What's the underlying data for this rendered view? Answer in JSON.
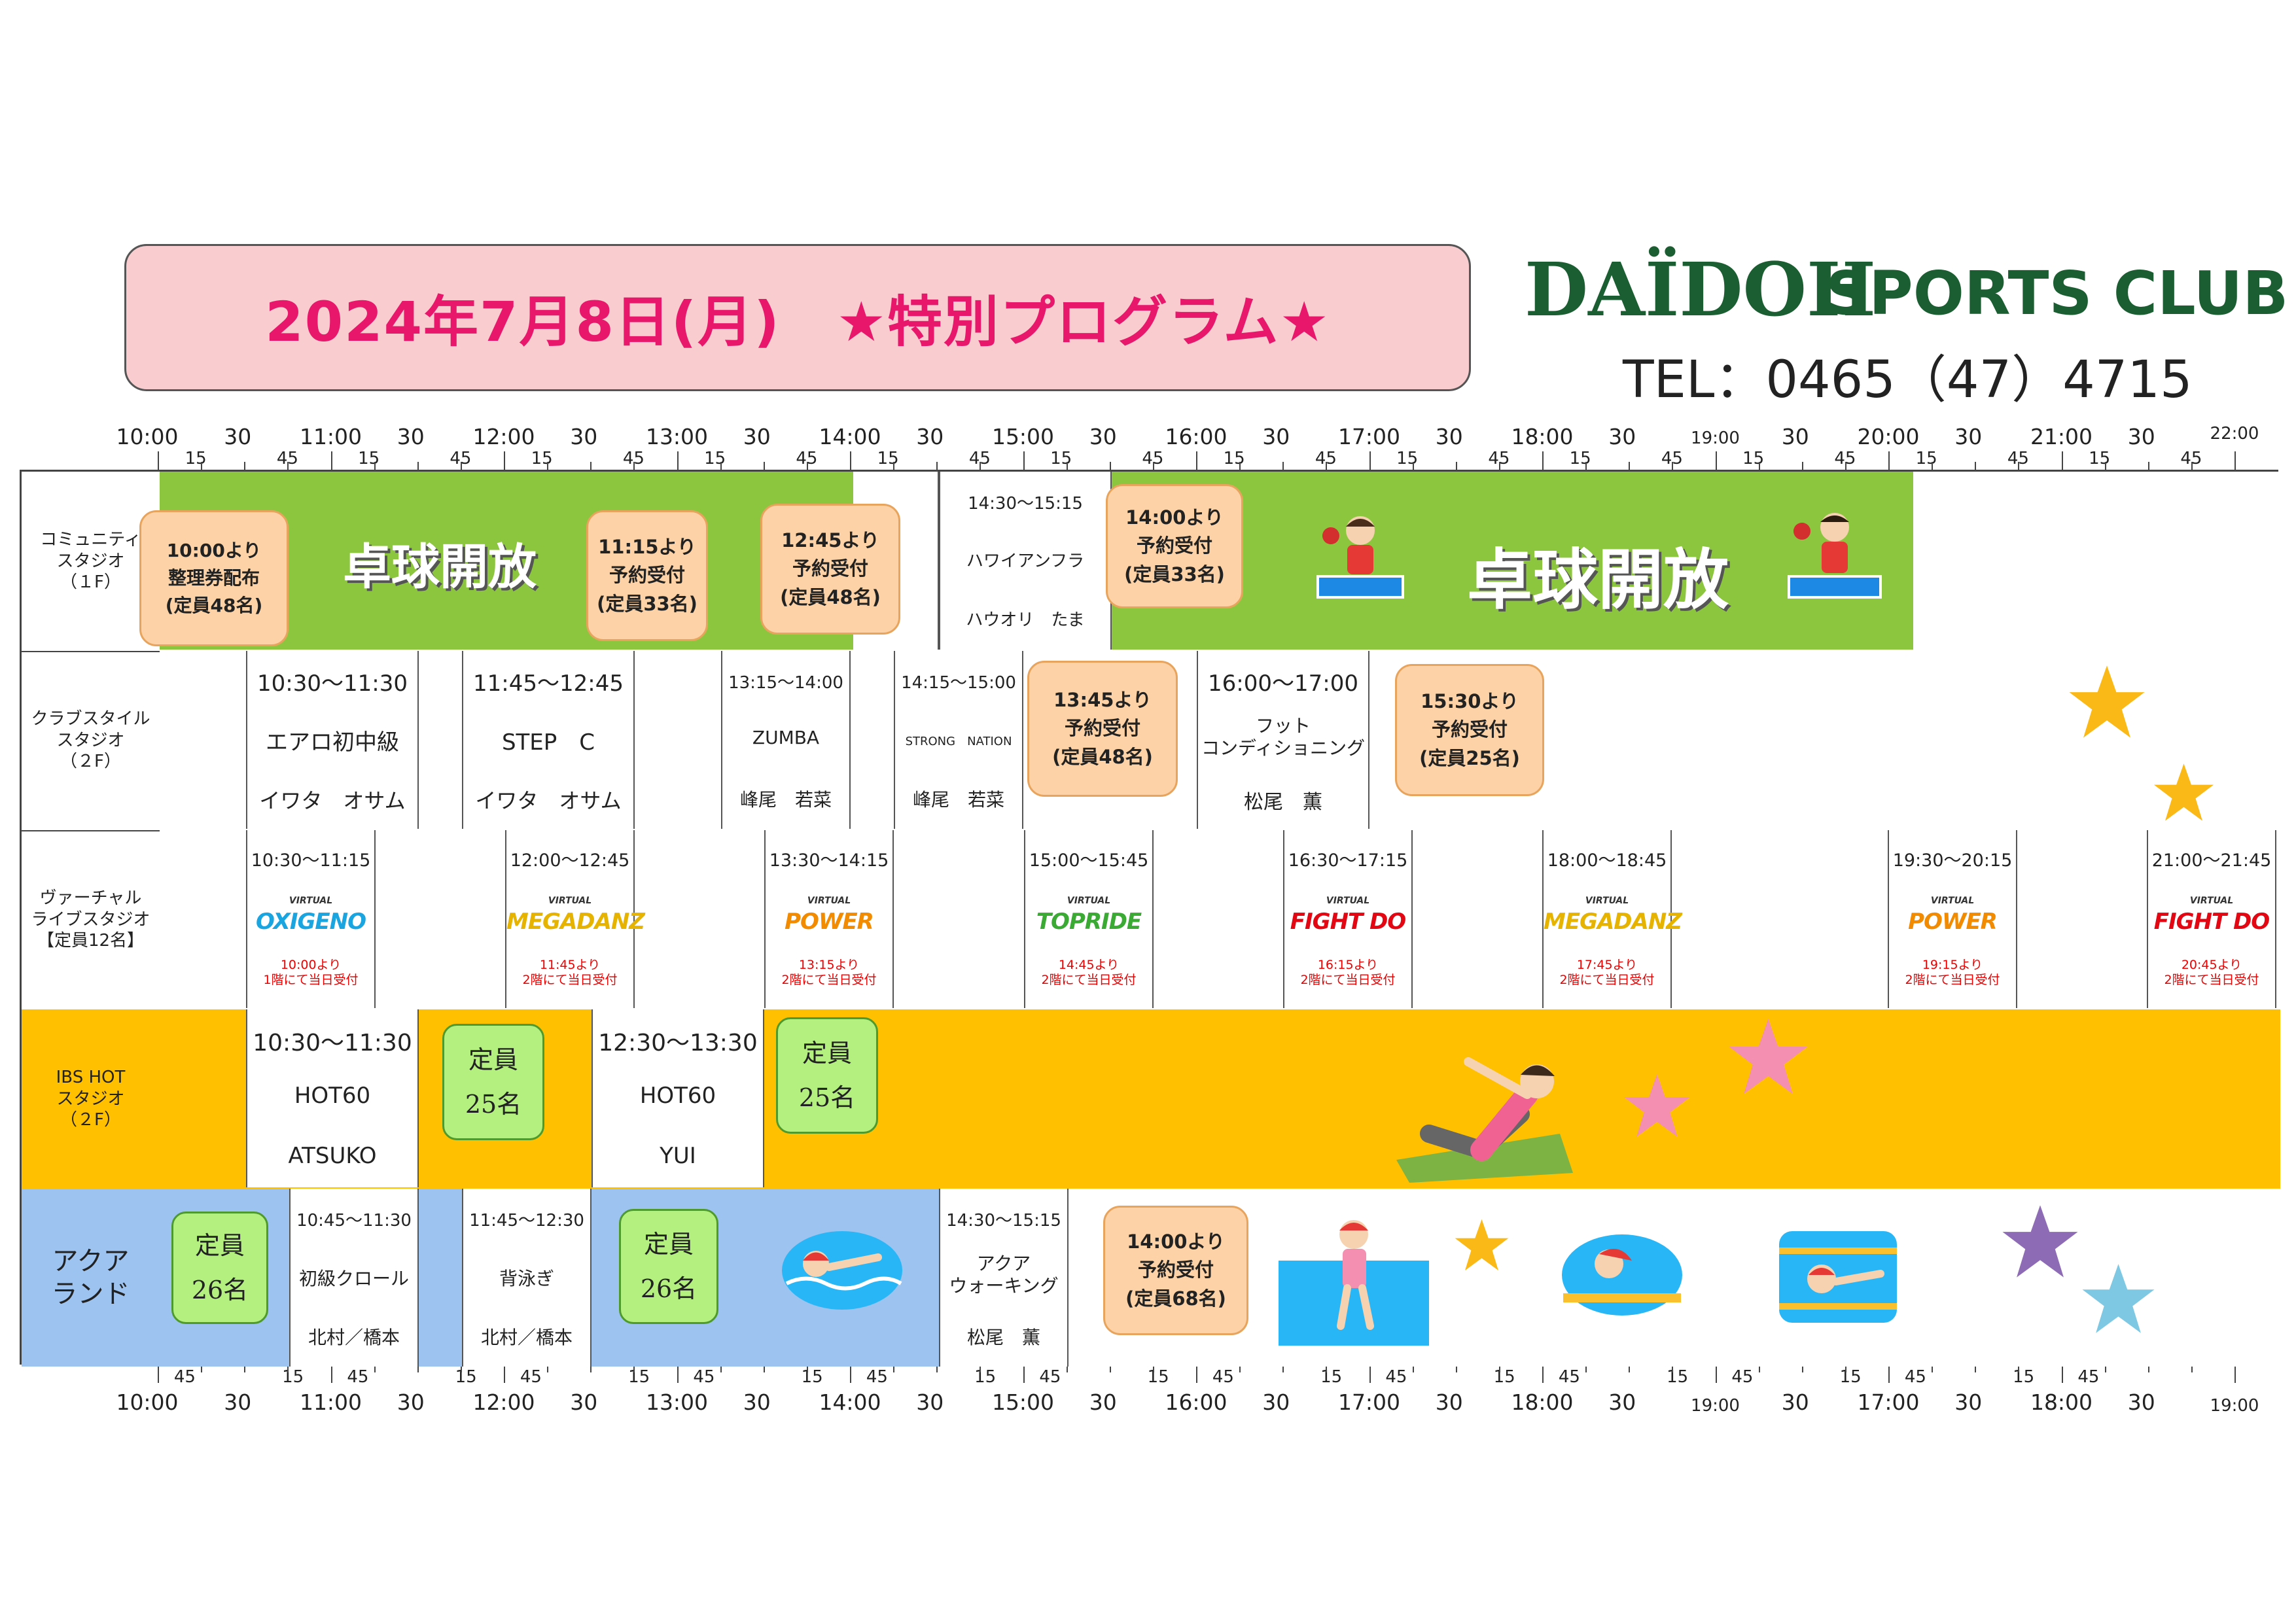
{
  "header": {
    "title": "2024年7月8日(月)　★特別プログラム★",
    "logo_main": "DAÏDOH",
    "logo_sub": "SPORTS CLUB",
    "tel": "TEL：0465（47）4715"
  },
  "time_axis_top": {
    "hours": [
      "10:00",
      "11:00",
      "12:00",
      "13:00",
      "14:00",
      "15:00",
      "16:00",
      "17:00",
      "18:00",
      "19:00",
      "20:00",
      "21:00",
      "22:00"
    ],
    "thirties": [
      "30",
      "30",
      "30",
      "30",
      "30",
      "30",
      "30",
      "30",
      "30",
      "30",
      "30",
      "30"
    ],
    "quarters": [
      "15",
      "45",
      "15",
      "45",
      "15",
      "45",
      "15",
      "45",
      "15",
      "45",
      "15",
      "45",
      "15",
      "45",
      "15",
      "45",
      "15",
      "45",
      "15",
      "45",
      "15",
      "45",
      "15",
      "45"
    ]
  },
  "time_axis_bottom": {
    "hours": [
      "10:00",
      "11:00",
      "12:00",
      "13:00",
      "14:00",
      "15:00",
      "16:00",
      "17:00",
      "18:00",
      "19:00",
      "17:00",
      "18:00",
      "19:00"
    ],
    "thirties": [
      "30",
      "30",
      "30",
      "30",
      "30",
      "30",
      "30",
      "30",
      "30",
      "30",
      "30",
      "30"
    ],
    "quarters": [
      "45",
      "15",
      "45",
      "15",
      "45",
      "15",
      "45",
      "15",
      "45",
      "15",
      "45",
      "15",
      "45",
      "15",
      "45",
      "15",
      "45",
      "15",
      "45",
      "15",
      "45",
      "15",
      "45"
    ]
  },
  "rows": {
    "community": {
      "label": "コミュニティ\nスタジオ\n（１F）",
      "open_text_1": "卓球開放",
      "open_text_2": "卓球開放",
      "class": {
        "time": "14:30～15:15",
        "name": "ハワイアンフラ",
        "instructor": "ハウオリ　たま"
      },
      "callouts": [
        "10:00より\n整理券配布\n(定員48名)",
        "11:15より\n予約受付\n(定員33名)",
        "12:45より\n予約受付\n(定員48名)",
        "14:00より\n予約受付\n(定員33名)"
      ]
    },
    "clubstyle": {
      "label": "クラブスタイル\nスタジオ\n（２F）",
      "classes": [
        {
          "time": "10:30～11:30",
          "name": "エアロ初中級",
          "instructor": "イワタ　オサム"
        },
        {
          "time": "11:45～12:45",
          "name": "STEP　C",
          "instructor": "イワタ　オサム"
        },
        {
          "time": "13:15～14:00",
          "name": "ZUMBA",
          "instructor": "峰尾　若菜"
        },
        {
          "time": "14:15～15:00",
          "name": "STRONG　NATION",
          "instructor": "峰尾　若菜"
        },
        {
          "time": "16:00～17:00",
          "name": "フット\nコンディショニング",
          "instructor": "松尾　薫"
        }
      ],
      "callouts": [
        "13:45より\n予約受付\n(定員48名)",
        "15:30より\n予約受付\n(定員25名)"
      ]
    },
    "virtual": {
      "label": "ヴァーチャル\nライブスタジオ\n【定員12名】",
      "logo_small": "VIRTUAL",
      "classes": [
        {
          "time": "10:30～11:15",
          "program": "OXIGENO",
          "color": "#1aa4e0",
          "note1": "10:00より",
          "note2": "1階にて当日受付"
        },
        {
          "time": "12:00～12:45",
          "program": "MEGADANZ",
          "color": "#e6b400",
          "note1": "11:45より",
          "note2": "2階にて当日受付"
        },
        {
          "time": "13:30～14:15",
          "program": "POWER",
          "color": "#f28b00",
          "note1": "13:15より",
          "note2": "2階にて当日受付"
        },
        {
          "time": "15:00～15:45",
          "program": "TOPRIDE",
          "color": "#3aaa35",
          "note1": "14:45より",
          "note2": "2階にて当日受付"
        },
        {
          "time": "16:30～17:15",
          "program": "FIGHT DO",
          "color": "#e30613",
          "note1": "16:15より",
          "note2": "2階にて当日受付"
        },
        {
          "time": "18:00～18:45",
          "program": "MEGADANZ",
          "color": "#e6b400",
          "note1": "17:45より",
          "note2": "2階にて当日受付"
        },
        {
          "time": "19:30～20:15",
          "program": "POWER",
          "color": "#f28b00",
          "note1": "19:15より",
          "note2": "2階にて当日受付"
        },
        {
          "time": "21:00～21:45",
          "program": "FIGHT DO",
          "color": "#e30613",
          "note1": "20:45より",
          "note2": "2階にて当日受付"
        }
      ]
    },
    "ibs": {
      "label": "IBS HOT\nスタジオ\n（２F）",
      "classes": [
        {
          "time": "10:30～11:30",
          "name": "HOT60",
          "instructor": "ATSUKO"
        },
        {
          "time": "12:30～13:30",
          "name": "HOT60",
          "instructor": "YUI"
        }
      ],
      "callouts": [
        "定員\n25名",
        "定員\n25名"
      ]
    },
    "aqua": {
      "label": "アクア\nランド",
      "classes": [
        {
          "time": "10:45～11:30",
          "name": "初級クロール",
          "instructor": "北村／橋本"
        },
        {
          "time": "11:45～12:30",
          "name": "背泳ぎ",
          "instructor": "北村／橋本"
        },
        {
          "time": "14:30～15:15",
          "name": "アクア\nウォーキング",
          "instructor": "松尾　薫"
        }
      ],
      "callouts_green": [
        "定員\n26名",
        "定員\n26名"
      ],
      "callout_orange": "14:00より\n予約受付\n(定員68名)"
    }
  },
  "colors": {
    "green": "#8cc63f",
    "yellow": "#ffc000",
    "blue": "#9dc3f0",
    "title_pink": "#e8176b",
    "brand_green": "#1a5e31"
  }
}
